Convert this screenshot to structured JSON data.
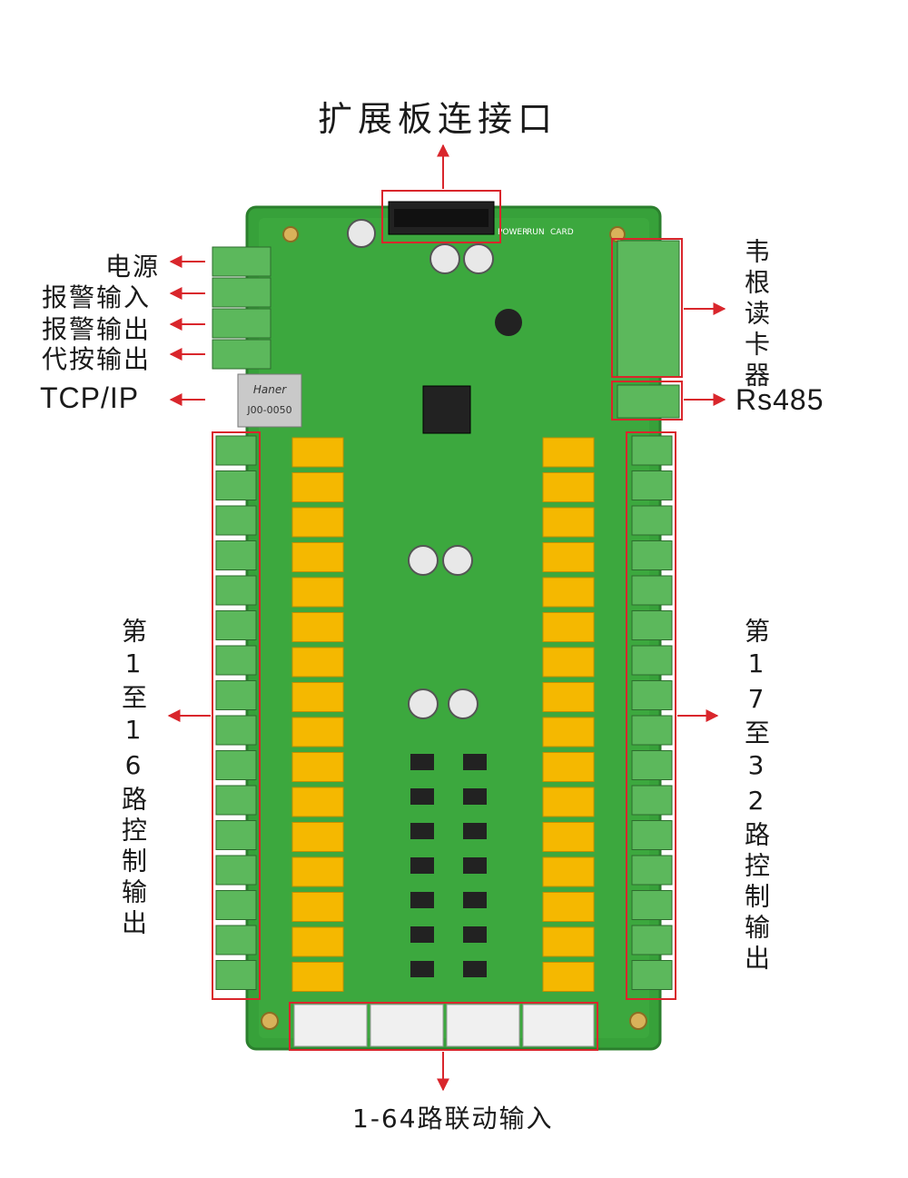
{
  "labels": {
    "expansion": "扩展板连接口",
    "power": "电源",
    "alarm_in": "报警输入",
    "alarm_out": "报警输出",
    "proxy_out": "代按输出",
    "tcpip": "TCP/IP",
    "wiegand": "韦根读卡器",
    "rs485": "Rs485",
    "left_outputs": "第1至16路控制输出",
    "right_outputs": "第17至32路控制输出",
    "linkage_inputs": "1-64路联动输入"
  },
  "board": {
    "rj45_brand": "Haner",
    "rj45_model": "J00-0050",
    "silk_power": "POWER",
    "silk_run": "RUN",
    "silk_card": "CARD"
  },
  "colors": {
    "pcb": "#3aa03a",
    "terminal": "#5cb85c",
    "relay": "#f5b800",
    "callout": "#d9262c"
  }
}
